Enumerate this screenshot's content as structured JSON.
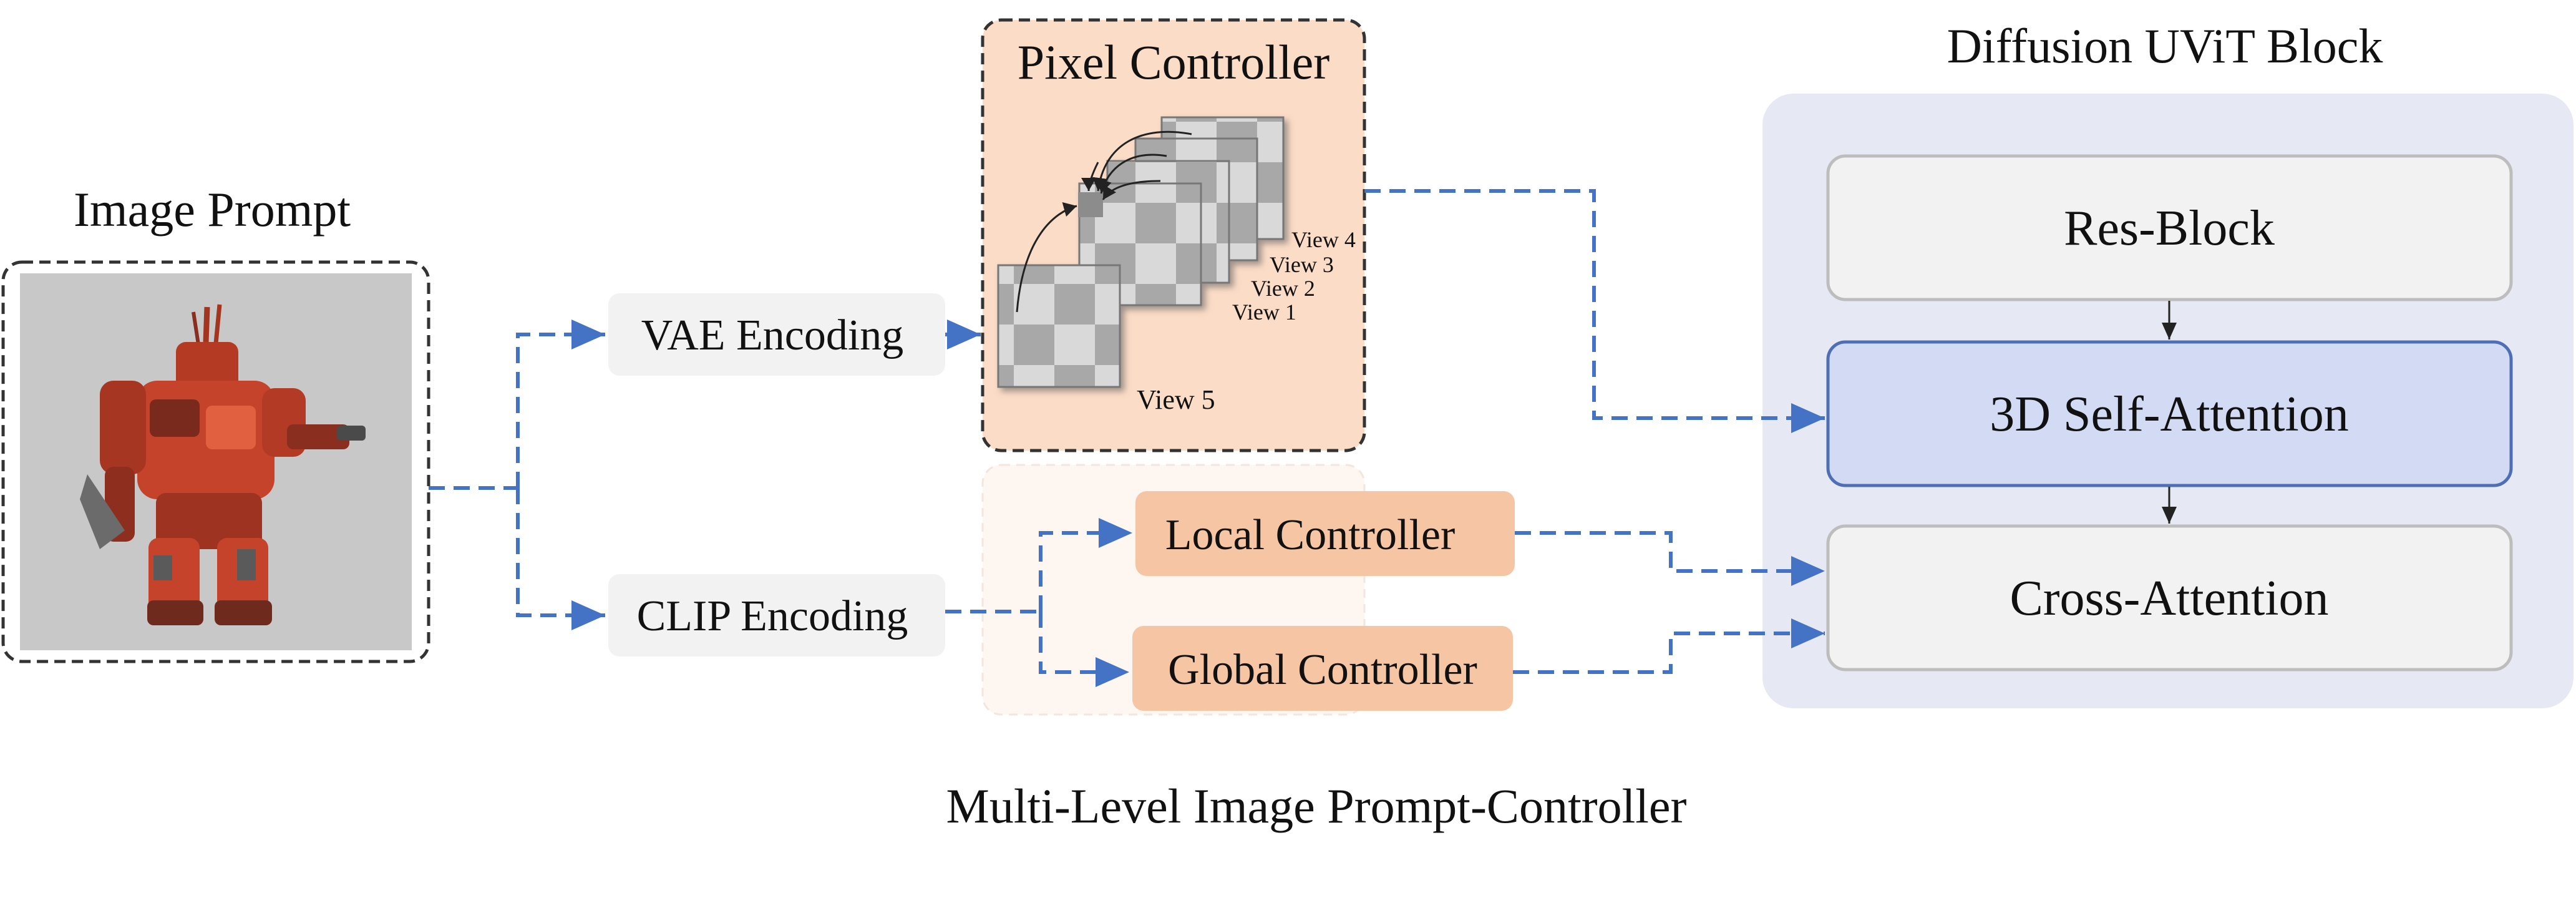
{
  "image_prompt": {
    "title": "Image Prompt",
    "image_subject": "red-robot-figure"
  },
  "encoders": {
    "vae": "VAE Encoding",
    "clip": "CLIP Encoding"
  },
  "pixel_controller": {
    "title": "Pixel Controller",
    "views": [
      "View 4",
      "View 3",
      "View 2",
      "View 1",
      "View 5"
    ]
  },
  "controllers": {
    "local": "Local Controller",
    "global": "Global Controller"
  },
  "uvit": {
    "title": "Diffusion UViT Block",
    "blocks": [
      "Res-Block",
      "3D Self-Attention",
      "Cross-Attention"
    ]
  },
  "caption": "Multi-Level Image Prompt-Controller",
  "colors": {
    "arrow": "#4472c4",
    "encoder_box": "#f2f2f2",
    "pixel_panel": "#fbdcc7",
    "controller_box": "#f6c6a4",
    "uvit_panel": "#e6e9f3",
    "block_box": "#f2f2f2",
    "attention_box": "#d2dbf3",
    "attention_border": "#4f6fb5"
  }
}
